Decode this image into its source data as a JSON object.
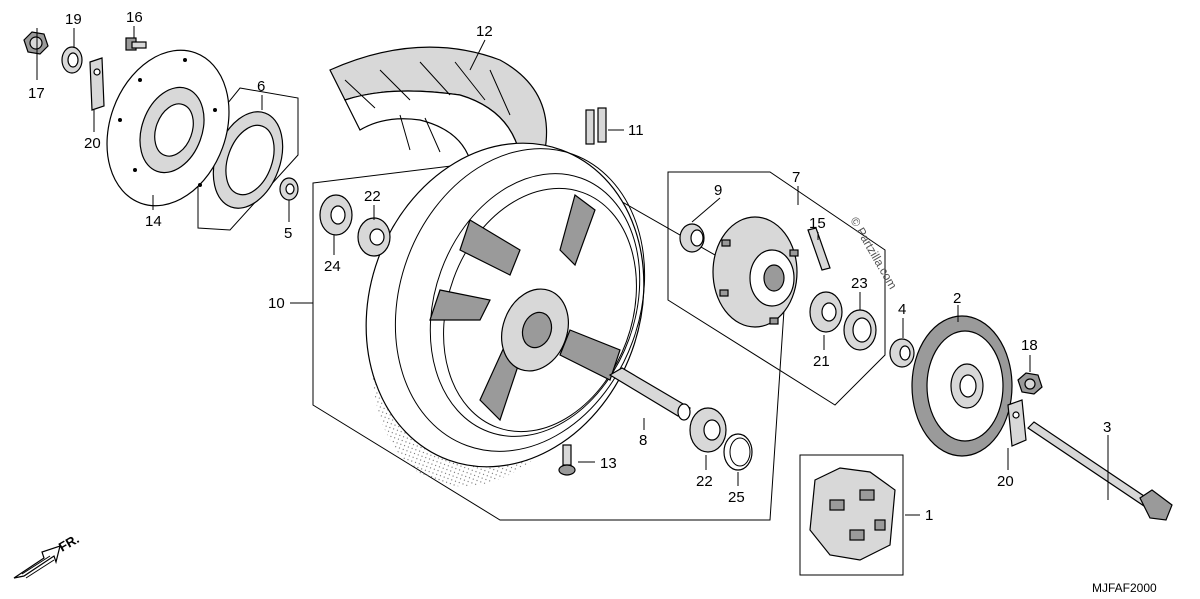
{
  "diagram": {
    "code": "MJFAF2000",
    "watermark": "© Partzilla.com",
    "direction": "FR.",
    "callouts": [
      {
        "id": "c1",
        "num": "1"
      },
      {
        "id": "c2",
        "num": "2"
      },
      {
        "id": "c3",
        "num": "3"
      },
      {
        "id": "c4",
        "num": "4"
      },
      {
        "id": "c5",
        "num": "5"
      },
      {
        "id": "c6",
        "num": "6"
      },
      {
        "id": "c7",
        "num": "7"
      },
      {
        "id": "c8",
        "num": "8"
      },
      {
        "id": "c9",
        "num": "9"
      },
      {
        "id": "c10",
        "num": "10"
      },
      {
        "id": "c11",
        "num": "11"
      },
      {
        "id": "c12",
        "num": "12"
      },
      {
        "id": "c13",
        "num": "13"
      },
      {
        "id": "c14",
        "num": "14"
      },
      {
        "id": "c15",
        "num": "15"
      },
      {
        "id": "c16",
        "num": "16"
      },
      {
        "id": "c17",
        "num": "17"
      },
      {
        "id": "c18",
        "num": "18"
      },
      {
        "id": "c19",
        "num": "19"
      },
      {
        "id": "c20a",
        "num": "20"
      },
      {
        "id": "c20b",
        "num": "20"
      },
      {
        "id": "c21",
        "num": "21"
      },
      {
        "id": "c22a",
        "num": "22"
      },
      {
        "id": "c22b",
        "num": "22"
      },
      {
        "id": "c23",
        "num": "23"
      },
      {
        "id": "c24",
        "num": "24"
      },
      {
        "id": "c25",
        "num": "25"
      }
    ]
  }
}
